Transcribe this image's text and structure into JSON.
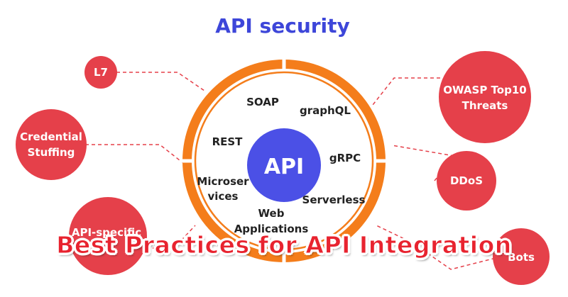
{
  "diagram": {
    "title": "API security",
    "center_label": "API",
    "inner_labels": [
      "SOAP",
      "graphQL",
      "REST",
      "gRPC",
      "Microser",
      "vices",
      "Serverless",
      "Web",
      "Applications"
    ],
    "threats": [
      "L7",
      "Credential",
      "Stuffing",
      "API-specific",
      "OWASP Top10",
      "Threats",
      "DDoS",
      "Bots"
    ]
  },
  "overlay": {
    "caption": "Best Practices for API Integration"
  },
  "colors": {
    "title_blue": "#3d46d9",
    "center_blue": "#4b50e6",
    "ring_orange": "#f47d1b",
    "threat_red": "#e5404a",
    "dashed_line": "#e5404a",
    "caption_red": "#e8232f"
  }
}
